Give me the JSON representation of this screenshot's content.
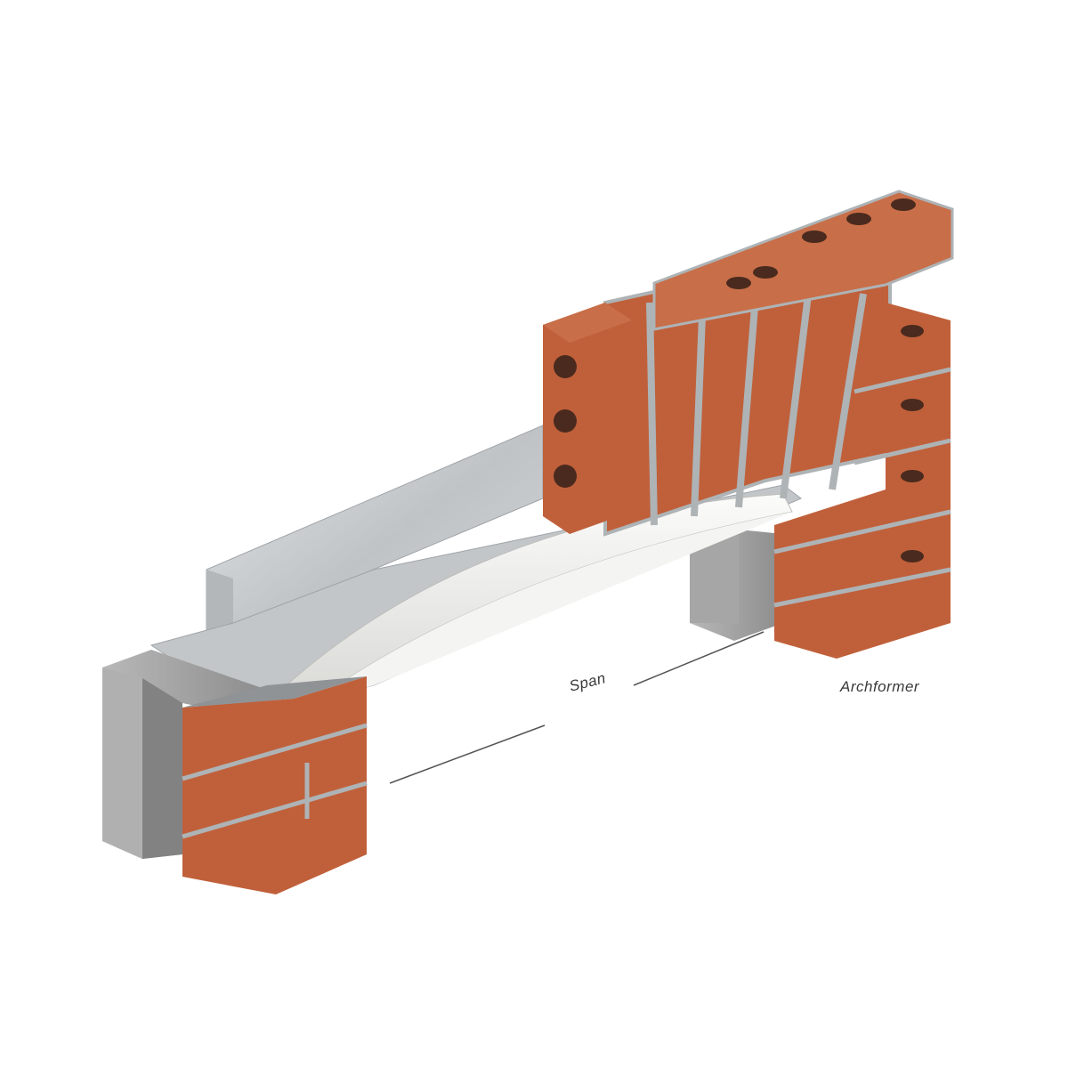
{
  "diagram": {
    "title": "",
    "labels": {
      "span": "Span",
      "archformer": "Archformer"
    },
    "components": [
      {
        "id": "left-blockwork-pier",
        "type": "concrete-block",
        "color": "#a8a8a8"
      },
      {
        "id": "left-brick-pier",
        "type": "brick-pier",
        "color": "#c0603a"
      },
      {
        "id": "steel-lintel",
        "type": "galvanised-steel-lintel",
        "color": "#c9cdd0"
      },
      {
        "id": "archformer",
        "type": "white-arch-former",
        "color": "#f2f2f0"
      },
      {
        "id": "arch-voussoirs",
        "type": "brick-arch",
        "color": "#c0603a"
      },
      {
        "id": "right-blockwork-pier",
        "type": "concrete-block",
        "color": "#a8a8a8"
      },
      {
        "id": "right-brick-pier",
        "type": "brick-pier",
        "color": "#c0603a"
      }
    ],
    "colors": {
      "brick": "#c0603a",
      "brick_dark": "#9c4a2c",
      "brick_top": "#c86e48",
      "mortar": "#aeb3b6",
      "steel": "#c9cdd0",
      "steel_dark": "#9fa4a8",
      "block": "#a8a8a8",
      "block_dark": "#7c7c7c",
      "former": "#efefed",
      "hole": "#4a2a1e",
      "dimension_line": "#555555"
    }
  }
}
